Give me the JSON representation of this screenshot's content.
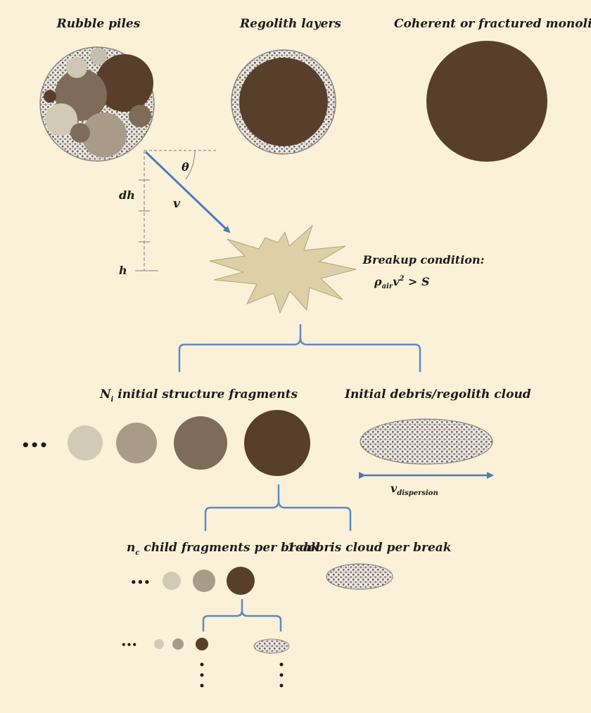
{
  "labels": {
    "rubble_piles": "Rubble piles",
    "regolith_layers": "Regolith layers",
    "monolith": "Coherent or fractured monoliths",
    "theta": "θ",
    "dh": "dh",
    "v": "v",
    "h": "h",
    "breakup_line1": "Breakup condition:",
    "breakup_rho": "ρ",
    "breakup_air": "air",
    "breakup_v": "v",
    "breakup_sq": "2",
    "breakup_rest": " > S",
    "initial_N": "N",
    "initial_i": "i",
    "initial_rest": " initial structure fragments",
    "initial_cloud": "Initial debris/regolith cloud",
    "v_disp": "v",
    "v_disp_sub": "dispersion",
    "child_n": "n",
    "child_c": "c",
    "child_rest": " child fragments per break",
    "child_cloud": "1 debris cloud per break",
    "dots": "•••"
  },
  "colors": {
    "background": "#fbf1d8",
    "fragment_lightest": "#d2c9b6",
    "fragment_light": "#a89c88",
    "fragment_mid": "#7e6b58",
    "fragment_dark": "#573f2b",
    "burst": "#ddd0a6",
    "arrow": "#4a7bbf",
    "bracket": "#5a8bc6"
  }
}
